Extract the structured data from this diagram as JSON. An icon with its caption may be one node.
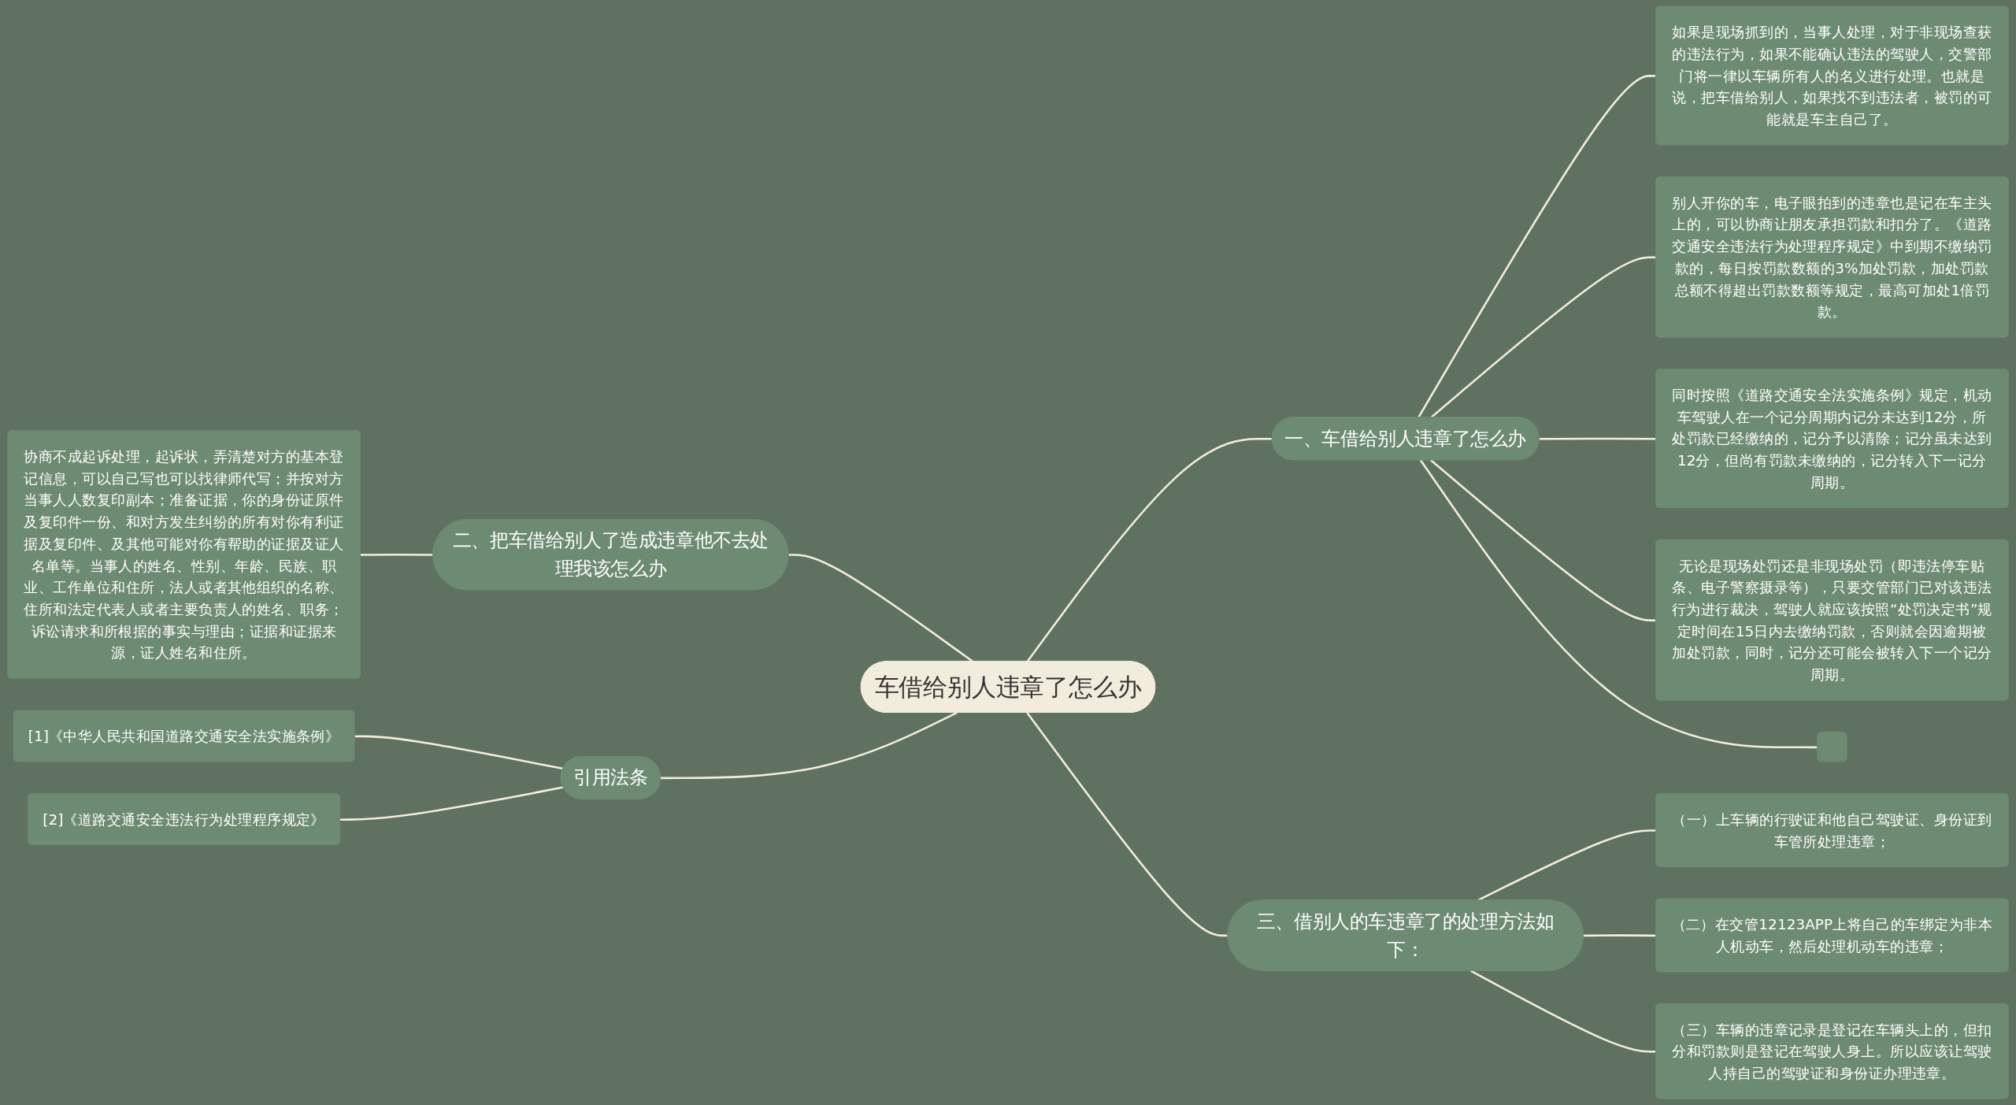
{
  "diagram": {
    "nodes": [
      {
        "text": [
          "车借给别人违章了怎么办"
        ]
      },
      {
        "text": [
          "一、车借给别人违章了怎么办"
        ]
      },
      {
        "text": [
          "如果是现场抓到的，当事人处理，对于非现场查获的违法行为，如果不能确认违法的驾驶人，交警部门将一律以车辆所有人的名义进行处理。也就是说，把车借给别人，如果找不到违法者，被罚的可能就是车主自己了。"
        ]
      },
      {
        "text": [
          "别人开你的车，电子眼拍到的违章也是记在车主头上的，可以协商让朋友承担罚款和扣分了。《道路交通安全违法行为处理程序规定》中到期不缴纳罚款的，每日按罚款数额的3%加处罚款，加处罚款总额不得超出罚款数额等规定，最高可加处1倍罚款。"
        ]
      },
      {
        "text": [
          "同时按照《道路交通安全法实施条例》规定，机动车驾驶人在一个记分周期内记分未达到12分，所处罚款已经缴纳的，记分予以清除；记分虽未达到12分，但尚有罚款未缴纳的，记分转入下一记分周期。"
        ]
      },
      {
        "text": [
          "无论是现场处罚还是非现场处罚（即违法停车贴条、电子警察摄录等），只要交管部门已对该违法行为进行裁决，驾驶人就应该按照“处罚决定书”规定时间在15日内去缴纳罚款，否则就会因逾期被加处罚款，同时，记分还可能会被转入下一个记分周期。"
        ]
      },
      {
        "text": [],
        "shape": "box"
      },
      {
        "text": [
          "二、把车借给别人了造成违章他不去处理我该怎么办"
        ]
      },
      {
        "text": [
          "协商不成起诉处理，起诉状，弄清楚对方的基本登记信息，可以自己写也可以找律师代写；并按对方当事人人数复印副本；准备证据，你的身份证原件及复印件一份、和对方发生纠纷的所有对你有利证据及复印件、及其他可能对你有帮助的证据及证人名单等。当事人的姓名、性别、年龄、民族、职业、工作单位和住所，法人或者其他组织的名称、住所和法定代表人或者主要负责人的姓名、职务；诉讼请求和所根据的事实与理由；证据和证据来源，证人姓名和住所。"
        ]
      },
      {
        "text": [
          "引用法条"
        ]
      },
      {
        "text": [
          "[1]《中华人民共和国道路交通安全法实施条例》"
        ]
      },
      {
        "text": [
          "[2]《道路交通安全违法行为处理程序规定》"
        ]
      },
      {
        "text": [
          "三、借别人的车违章了的处理方法如下："
        ]
      },
      {
        "text": [
          "（一）上车辆的行驶证和他自己驾驶证、身份证到车管所处理违章；"
        ]
      },
      {
        "text": [
          "（二）在交管12123APP上将自己的车绑定为非本人机动车，然后处理机动车的违章；"
        ]
      },
      {
        "text": [
          "（三）车辆的违章记录是登记在车辆头上的，但扣分和罚款则是登记在驾驶人身上。所以应该让驾驶人持自己的驾驶证和身份证办理违章。"
        ]
      }
    ],
    "edges": [
      {
        "from": 0,
        "to": 1,
        "arrow": "none"
      },
      {
        "from": 1,
        "to": 2,
        "arrow": "none"
      },
      {
        "from": 1,
        "to": 3,
        "arrow": "none"
      },
      {
        "from": 1,
        "to": 4,
        "arrow": "none"
      },
      {
        "from": 1,
        "to": 5,
        "arrow": "none"
      },
      {
        "from": 1,
        "to": 6,
        "arrow": "none"
      },
      {
        "from": 0,
        "to": 7,
        "arrow": "none"
      },
      {
        "from": 7,
        "to": 8,
        "arrow": "none"
      },
      {
        "from": 0,
        "to": 9,
        "arrow": "none"
      },
      {
        "from": 9,
        "to": 10,
        "arrow": "none"
      },
      {
        "from": 9,
        "to": 11,
        "arrow": "none"
      },
      {
        "from": 0,
        "to": 12,
        "arrow": "none"
      },
      {
        "from": 12,
        "to": 13,
        "arrow": "none"
      },
      {
        "from": 12,
        "to": 14,
        "arrow": "none"
      },
      {
        "from": 12,
        "to": 15,
        "arrow": "none"
      }
    ]
  }
}
